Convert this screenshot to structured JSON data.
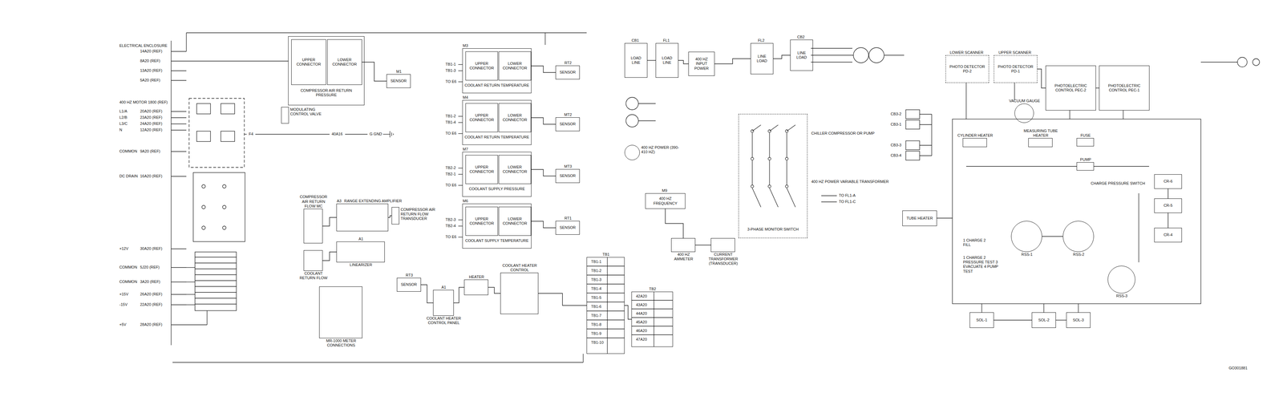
{
  "diagram": {
    "nodes": [
      {
        "text": [
          "COMPRESSOR AIR RETURN PRESSURE"
        ]
      },
      {
        "text": [
          "UPPER CONNECTOR"
        ],
        "in": 0
      },
      {
        "text": [
          "LOWER CONNECTOR"
        ],
        "in": 0
      },
      {
        "text": [
          "MODULATING CONTROL VALVE"
        ]
      },
      {
        "text": [
          "M1",
          "SENSOR"
        ]
      },
      {
        "text": [
          "M3",
          "COOLANT RETURN TEMPERATURE"
        ]
      },
      {
        "text": [
          "UPPER CONNECTOR"
        ],
        "in": 5
      },
      {
        "text": [
          "LOWER CONNECTOR"
        ],
        "in": 5
      },
      {
        "text": [
          "M4",
          "COOLANT RETURN TEMPERATURE"
        ]
      },
      {
        "text": [
          "UPPER CONNECTOR"
        ],
        "in": 8
      },
      {
        "text": [
          "LOWER CONNECTOR"
        ],
        "in": 8
      },
      {
        "text": [
          "M7",
          "COOLANT SUPPLY PRESSURE"
        ]
      },
      {
        "text": [
          "UPPER CONNECTOR"
        ],
        "in": 11
      },
      {
        "text": [
          "LOWER CONNECTOR"
        ],
        "in": 11
      },
      {
        "text": [
          "M6",
          "COOLANT SUPPLY TEMPERATURE"
        ]
      },
      {
        "text": [
          "UPPER CONNECTOR"
        ],
        "in": 14
      },
      {
        "text": [
          "LOWER CONNECTOR"
        ],
        "in": 14
      },
      {
        "text": [
          "RT2",
          "SENSOR"
        ]
      },
      {
        "text": [
          "MT2",
          "SENSOR"
        ]
      },
      {
        "text": [
          "MT3",
          "SENSOR"
        ]
      },
      {
        "text": [
          "RT1",
          "SENSOR"
        ]
      },
      {
        "text": [
          "A3",
          "RANGE EXTENDING AMPLIFIER"
        ]
      },
      {
        "text": [
          "COMPRESSOR AIR RETURN FLOW TRANSDUCER"
        ]
      },
      {
        "text": [
          "A1",
          "LINEARIZER"
        ]
      },
      {
        "text": [
          "COMPRESSOR AIR RETURN FLOW MC"
        ]
      },
      {
        "text": [
          "COOLANT RETURN FLOW"
        ]
      },
      {
        "text": [
          "MR-1000 METER CONNECTIONS"
        ]
      },
      {
        "text": [
          "RT3",
          "SENSOR"
        ]
      },
      {
        "text": [
          "A1",
          "COOLANT HEATER CONTROL PANEL"
        ]
      },
      {
        "text": [
          "HEATER"
        ]
      },
      {
        "text": [
          "COOLANT HEATER CONTROL"
        ]
      },
      {
        "text": [
          "TB1"
        ]
      },
      {
        "text": [
          "TB2"
        ]
      },
      {
        "text": [
          "CB1",
          "LOAD LINE"
        ]
      },
      {
        "text": [
          "FL1",
          "LOAD LINE"
        ]
      },
      {
        "text": [
          "400 HZ INPUT POWER"
        ]
      },
      {
        "text": [
          "FL2",
          "LINE LOAD"
        ]
      },
      {
        "text": [
          "CB2",
          "LINE LOAD"
        ]
      },
      {
        "text": [
          "400 HZ POWER (390-410 HZ)"
        ]
      },
      {
        "text": [
          "M9",
          "400 HZ FREQUENCY"
        ]
      },
      {
        "text": [
          "400 HZ AMMETER"
        ]
      },
      {
        "text": [
          "CURRENT TRANSFORMER (TRANSDUCER)"
        ]
      },
      {
        "text": [
          "3-PHASE MONITOR SWITCH"
        ]
      },
      {
        "text": [
          "LOWER SCANNER",
          "PHOTO DETECTOR PD-2"
        ]
      },
      {
        "text": [
          "UPPER SCANNER",
          "PHOTO DETECTOR PD-1"
        ]
      },
      {
        "text": [
          "PHOTOELECTRIC CONTROL PEC-2"
        ]
      },
      {
        "text": [
          "PHOTOELECTRIC CONTROL PEC-1"
        ]
      },
      {
        "text": [
          "VACUUM GAUGE"
        ]
      },
      {
        "text": [
          "CYLINDER HEATER"
        ]
      },
      {
        "text": [
          "MEASURING TUBE HEATER"
        ]
      },
      {
        "text": [
          "FUSE"
        ]
      },
      {
        "text": [
          "PUMP"
        ]
      },
      {
        "text": [
          "TUBE HEATER"
        ]
      },
      {
        "text": [
          "CR-6"
        ]
      },
      {
        "text": [
          "CR-5"
        ]
      },
      {
        "text": [
          "CR-4"
        ]
      },
      {
        "text": [
          "RSS-1"
        ]
      },
      {
        "text": [
          "RSS-2"
        ]
      },
      {
        "text": [
          "RSS-3"
        ]
      },
      {
        "text": [
          "SOL-1"
        ]
      },
      {
        "text": [
          "SOL-2"
        ]
      },
      {
        "text": [
          "SOL-3"
        ]
      }
    ],
    "edges": [
      {
        "from": 17,
        "to": 7,
        "arrow": "none"
      },
      {
        "from": 18,
        "to": 10,
        "arrow": "none"
      },
      {
        "from": 19,
        "to": 13,
        "arrow": "none"
      },
      {
        "from": 20,
        "to": 16,
        "arrow": "none"
      },
      {
        "from": 4,
        "to": 2,
        "arrow": "none"
      },
      {
        "from": 24,
        "to": 21,
        "arrow": "none"
      },
      {
        "from": 21,
        "to": 22,
        "arrow": "none"
      },
      {
        "from": 25,
        "to": 23,
        "arrow": "none"
      },
      {
        "from": 27,
        "to": 28,
        "arrow": "none"
      },
      {
        "from": 28,
        "to": 29,
        "arrow": "none"
      },
      {
        "from": 29,
        "to": 30,
        "arrow": "none"
      },
      {
        "from": 30,
        "to": 31,
        "arrow": "none"
      },
      {
        "from": 31,
        "to": 32,
        "arrow": "none"
      },
      {
        "from": 33,
        "to": 34,
        "arrow": "none"
      },
      {
        "from": 34,
        "to": 35,
        "arrow": "none"
      },
      {
        "from": 35,
        "to": 36,
        "arrow": "none"
      },
      {
        "from": 36,
        "to": 37,
        "arrow": "none"
      },
      {
        "from": 39,
        "to": 40,
        "arrow": "none"
      },
      {
        "from": 40,
        "to": 41,
        "arrow": "none"
      },
      {
        "from": 44,
        "to": 45,
        "arrow": "none"
      },
      {
        "from": 45,
        "to": 46,
        "arrow": "none"
      },
      {
        "from": 53,
        "to": 54,
        "arrow": "none"
      },
      {
        "from": 54,
        "to": 55,
        "arrow": "none"
      },
      {
        "from": 56,
        "to": 57,
        "arrow": "none"
      },
      {
        "from": 59,
        "to": 60,
        "arrow": "none"
      },
      {
        "from": 60,
        "to": 61,
        "arrow": "none"
      }
    ],
    "labels": [
      "ELECTRICAL ENCLOSURE",
      "14A20 (REF)",
      "8A20 (REF)",
      "13A20 (REF)",
      "5A20 (REF)",
      "400 HZ MOTOR 1800 (REF)",
      "L1/A",
      "20A20 (REF)",
      "L2/B",
      "23A20 (REF)",
      "L3/C",
      "24A20 (REF)",
      "N",
      "12A20 (REF)",
      "COMMON",
      "9A20 (REF)",
      "DC DRAIN",
      "16A20 (REF)",
      "+12V",
      "30A20 (REF)",
      "COMMON",
      "5J20 (REF)",
      "COMMON",
      "3A20 (REF)",
      "+15V",
      "26A20 (REF)",
      "-15V",
      "22A20 (REF)",
      "+5V",
      "28A20 (REF)",
      "F4",
      "40A16",
      "G GND",
      "TB1-1",
      "TB1-3",
      "TO E6",
      "TB1-2",
      "TB1-4",
      "TO E6",
      "TB2-2",
      "TB2-1",
      "TO E6",
      "TB2-3",
      "TB2-4",
      "TO E6",
      "400 HZ POWER VARIABLE TRANSFORMER",
      "CHILLER COMPRESSOR OR PUMP",
      "TO FL1-A",
      "TO FL1-C",
      "CB3-2",
      "CB3-1",
      "CB3-3",
      "CB3-4",
      "1 CHARGE 2 FILL",
      "1 CHARGE 2 PRESSURE TEST 3 EVACUATE 4 PUMP TEST",
      "CHARGE PRESSURE SWITCH",
      "GO301881",
      "TB1-1",
      "TB1-2",
      "TB1-3",
      "TB1-4",
      "TB1-5",
      "TB1-6",
      "TB1-7",
      "TB1-8",
      "TB1-9",
      "TB1-10",
      "42A20",
      "43A20",
      "44A20",
      "45A20",
      "46A20",
      "47A20"
    ]
  }
}
